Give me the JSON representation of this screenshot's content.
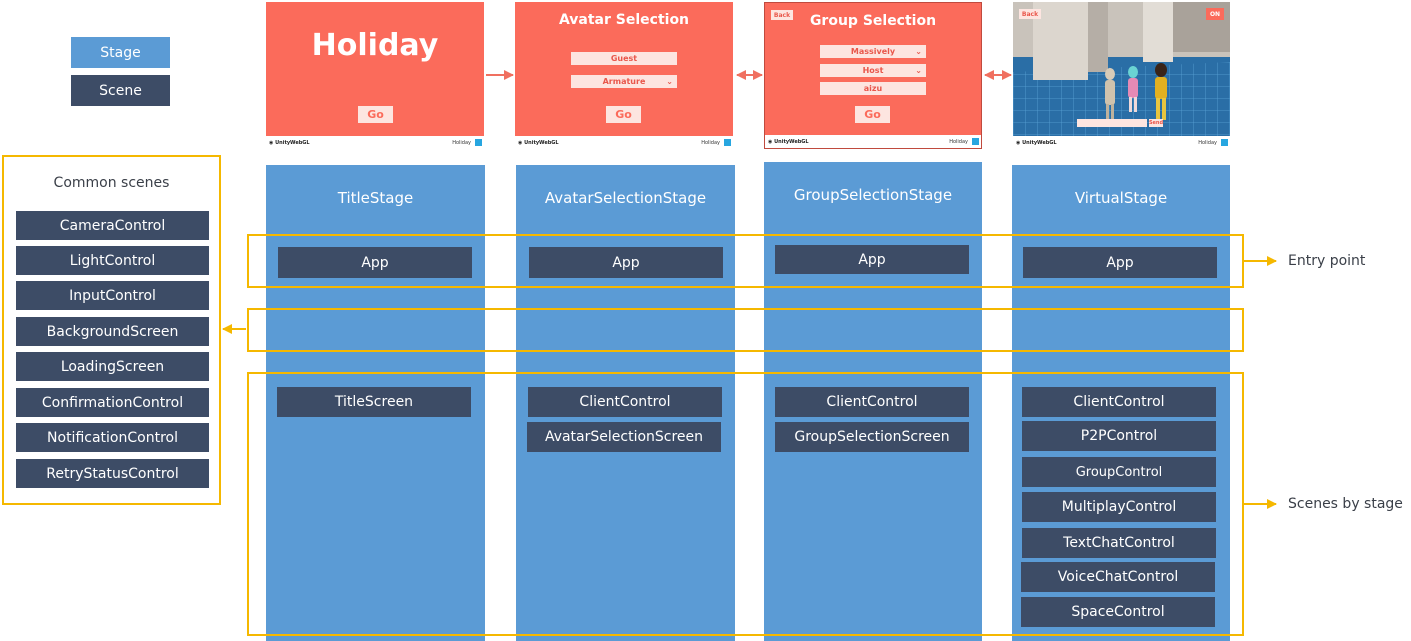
{
  "legend": {
    "stage_label": "Stage",
    "scene_label": "Scene"
  },
  "common": {
    "title": "Common scenes",
    "items": [
      "CameraControl",
      "LightControl",
      "InputControl",
      "BackgroundScreen",
      "LoadingScreen",
      "ConfirmationControl",
      "NotificationControl",
      "RetryStatusControl"
    ]
  },
  "screens": {
    "title": {
      "heading": "Holiday",
      "go": "Go",
      "brand": "Holiday"
    },
    "avatar": {
      "heading": "Avatar Selection",
      "name": "Guest",
      "avatar": "Armature",
      "go": "Go",
      "brand": "Holiday"
    },
    "group": {
      "heading": "Group Selection",
      "back": "Back",
      "mode": "Massively",
      "role": "Host",
      "group": "aizu",
      "go": "Go",
      "brand": "Holiday"
    },
    "virtual": {
      "back": "Back",
      "toggle": "ON",
      "send": "Send",
      "brand": "Holiday"
    }
  },
  "unity_label": "Unity",
  "webgl_label": "WebGL",
  "stages": [
    {
      "name": "TitleStage",
      "entry": "App",
      "scenes": [
        "TitleScreen"
      ]
    },
    {
      "name": "AvatarSelectionStage",
      "entry": "App",
      "scenes": [
        "ClientControl",
        "AvatarSelectionScreen"
      ]
    },
    {
      "name": "GroupSelectionStage",
      "entry": "App",
      "scenes": [
        "ClientControl",
        "GroupSelectionScreen"
      ]
    },
    {
      "name": "VirtualStage",
      "entry": "App",
      "scenes": [
        "ClientControl",
        "P2PControl",
        "GroupControl",
        "MultiplayControl",
        "TextChatControl",
        "VoiceChatControl",
        "SpaceControl"
      ]
    }
  ],
  "labels": {
    "entry_point": "Entry point",
    "scenes_by_stage": "Scenes by stage"
  },
  "colors": {
    "stage": "#5b9bd5",
    "scene": "#3d4c66",
    "highlight": "#f5b800",
    "screen": "#fb6b5b",
    "arrow": "#f07060"
  }
}
